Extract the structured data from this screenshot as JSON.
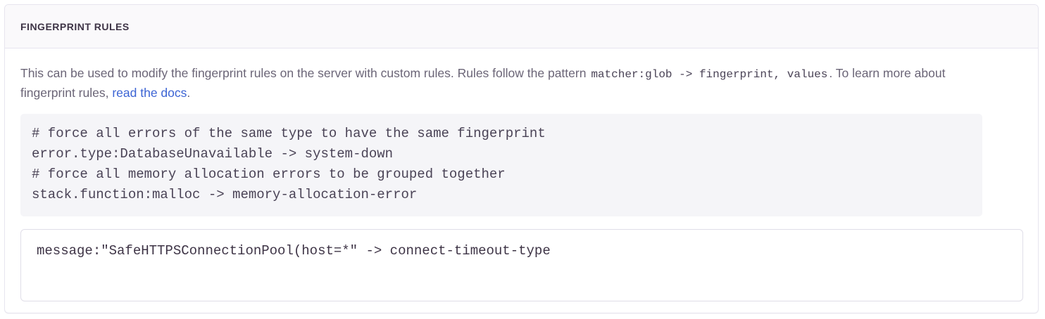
{
  "panel": {
    "title": "Fingerprint Rules",
    "description": {
      "before_code": "This can be used to modify the fingerprint rules on the server with custom rules. Rules follow the pattern ",
      "inline_code": "matcher:glob -> fingerprint, values",
      "after_code": ". To learn more about fingerprint rules, ",
      "link_label": "read the docs",
      "after_link": "."
    },
    "example_code": "# force all errors of the same type to have the same fingerprint\nerror.type:DatabaseUnavailable -> system-down\n# force all memory allocation errors to be grouped together\nstack.function:malloc -> memory-allocation-error",
    "rule_input": {
      "value": "message:\"SafeHTTPSConnectionPool(host=*\" -> connect-timeout-type",
      "placeholder": ""
    }
  },
  "colors": {
    "panel_border": "#e7e5ef",
    "header_bg": "#faf9fb",
    "title_text": "#3e3446",
    "body_text": "#6b6577",
    "link": "#3c64d4",
    "code_bg": "#f5f5f8",
    "code_text": "#4a4356",
    "input_border": "#e0dee8"
  }
}
